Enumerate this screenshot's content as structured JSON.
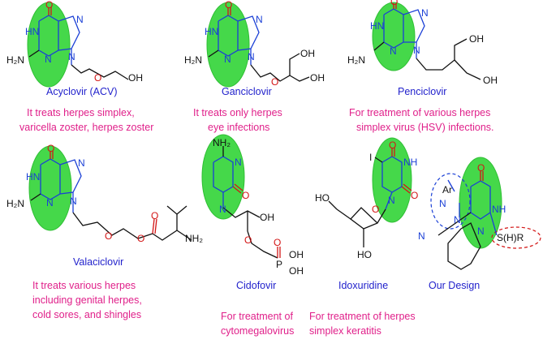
{
  "compounds": [
    {
      "name": "Acyclovir (ACV)",
      "description_lines": [
        "It treats herpes simplex,",
        "varicella zoster, herpes zoster"
      ]
    },
    {
      "name": "Ganciclovir",
      "description_lines": [
        "It treats only herpes",
        "eye infections"
      ]
    },
    {
      "name": "Penciclovir",
      "description_lines": [
        "For treatment of various herpes",
        "simplex virus (HSV) infections."
      ]
    },
    {
      "name": "Valaciclovir",
      "description_lines": [
        "It treats various herpes",
        "including genital herpes,",
        "cold sores, and shingles"
      ]
    },
    {
      "name": "Cidofovir",
      "description_lines": [
        "For treatment of",
        "cytomegalovirus"
      ]
    },
    {
      "name": "Idoxuridine",
      "description_lines": [
        "For treatment of herpes",
        "simplex keratitis"
      ]
    },
    {
      "name": "Our Design",
      "description_lines": []
    }
  ],
  "atom_labels": {
    "O": "O",
    "HN": "HN",
    "N": "N",
    "H2N": "H₂N",
    "NH2": "NH₂",
    "OH": "OH",
    "HO": "HO",
    "P": "P",
    "I": "I",
    "Ar": "Ar",
    "NH": "NH",
    "SR": "S(H)R",
    "CN_N": "N"
  },
  "colors": {
    "name": "#2222cc",
    "description": "#e0208a",
    "highlight": "#45d84a"
  }
}
